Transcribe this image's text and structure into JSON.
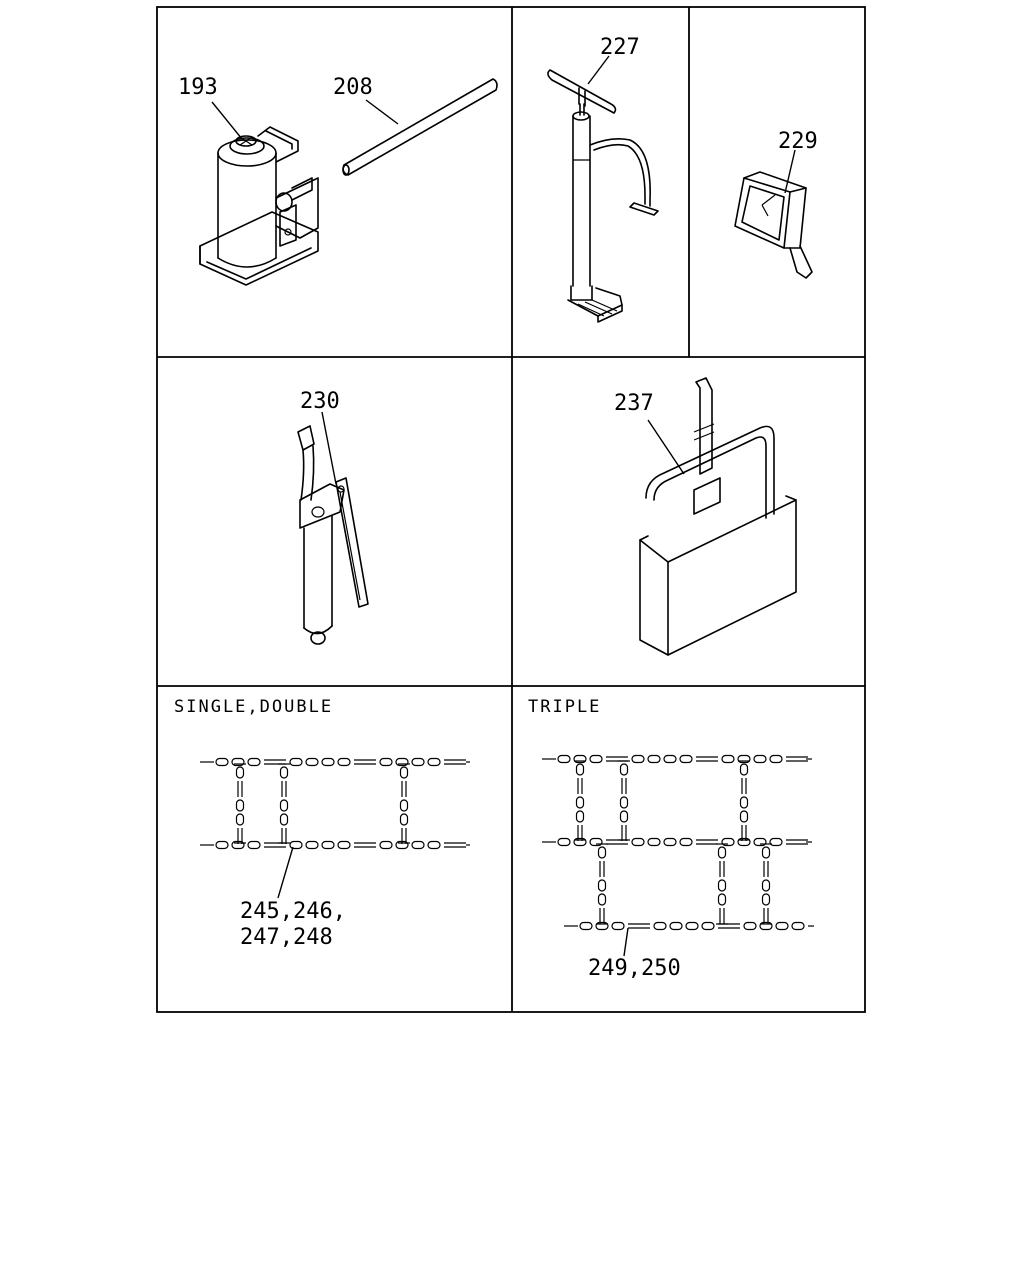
{
  "callouts": {
    "jack": "193",
    "jack_handle": "208",
    "pump": "227",
    "gauge": "229",
    "grease_gun": "230",
    "tool_bag": "237",
    "chains_single_double_l1": "245,246,",
    "chains_single_double_l2": "247,248",
    "chains_triple": "249,250"
  },
  "captions": {
    "single_double": "SINGLE,DOUBLE",
    "triple": "TRIPLE"
  }
}
